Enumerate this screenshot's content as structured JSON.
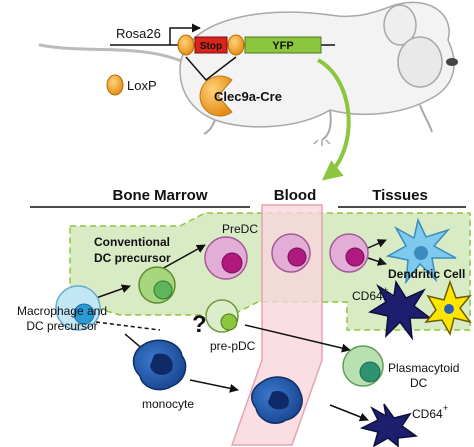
{
  "construct": {
    "promoter": "Rosa26",
    "stop": "Stop",
    "reporter": "YFP",
    "cre": "Clec9a-Cre",
    "loxp_legend": "LoxP"
  },
  "compartments": {
    "bone_marrow": "Bone Marrow",
    "blood": "Blood",
    "tissues": "Tissues"
  },
  "cells": {
    "predc": "PreDC",
    "conventional_line1": "Conventional",
    "conventional_line2": "DC precursor",
    "macrophage_line1": "Macrophage and",
    "macrophage_line2": "DC precursor",
    "pre_pdc": "pre-pDC",
    "monocyte": "monocyte",
    "dendritic_cell": "Dendritic Cell",
    "cd64_upper": "CD64",
    "cd64_upper_sup": "+",
    "plasmacytoid_line1": "Plasmacytoid",
    "plasmacytoid_line2": "DC",
    "cd64_lower": "CD64",
    "cd64_lower_sup": "+",
    "question": "?"
  },
  "colors": {
    "green_region": "#d8ebc4",
    "green_arrow": "#8cc63f",
    "blood_band": "#f7d6dc",
    "stop_red": "#d9241c",
    "yfp_green": "#8cc63f",
    "loxp_orange": "#f0a030",
    "cre_orange": "#f7a51c",
    "cdc_pink": "#e2aed7",
    "cdc_nucleus": "#b0197e",
    "mono_blue": "#2a62b0",
    "navy": "#1c1f6e",
    "yellow": "#ffe600"
  }
}
